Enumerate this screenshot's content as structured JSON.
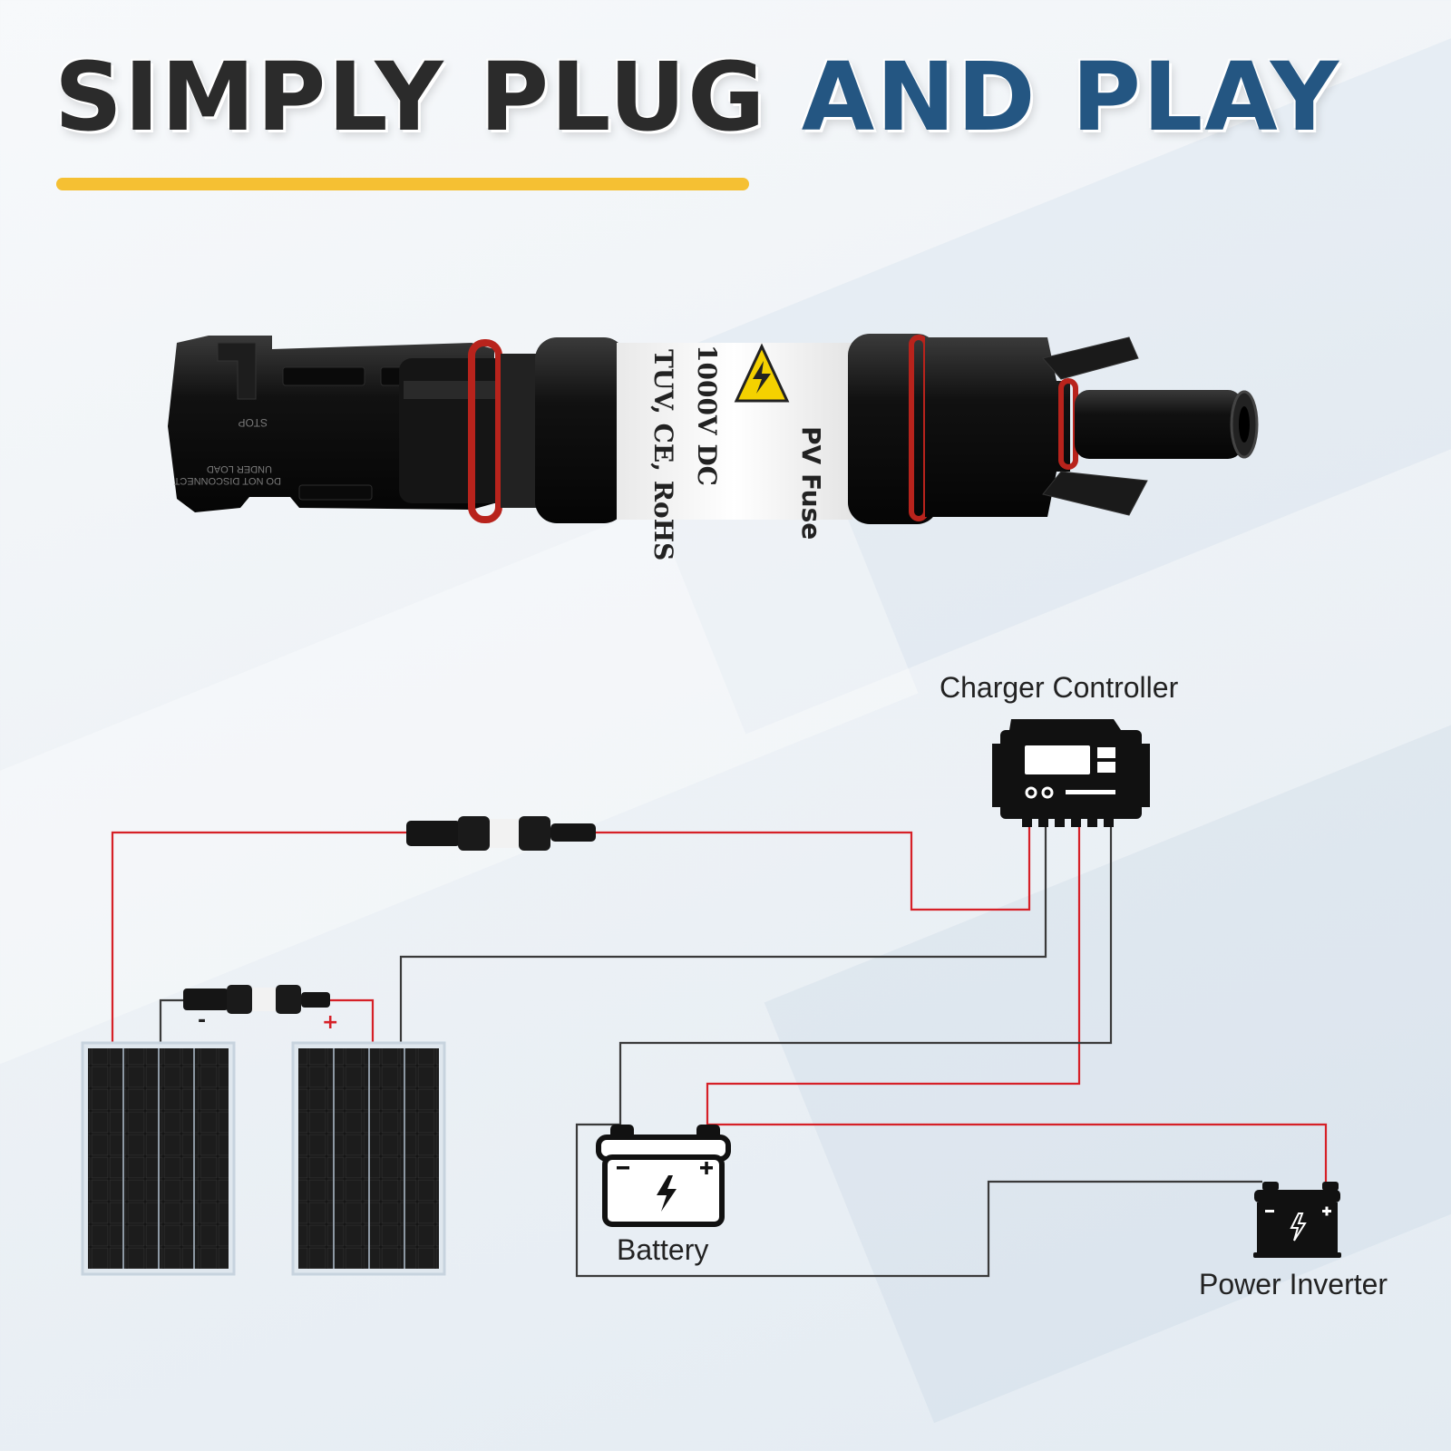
{
  "headline": {
    "part1": "SIMPLY PLUG",
    "part2": "AND PLAY"
  },
  "colors": {
    "headline_dark": "#2b2b2b",
    "headline_blue": "#245682",
    "accent_bar": "#f5c033",
    "positive_wire": "#d62027",
    "negative_wire": "#3a3a3a"
  },
  "product": {
    "fuse_label_lines": [
      "PV Fuse",
      "1000V DC",
      "TUV, CE, RoHS"
    ],
    "connector_text": [
      "STOP",
      "DO NOT DISCONNECT",
      "UNDER LOAD"
    ]
  },
  "diagram": {
    "charger_controller_label": "Charger Controller",
    "battery_label": "Battery",
    "power_inverter_label": "Power Inverter",
    "negative_sign": "-",
    "positive_sign": "+"
  }
}
